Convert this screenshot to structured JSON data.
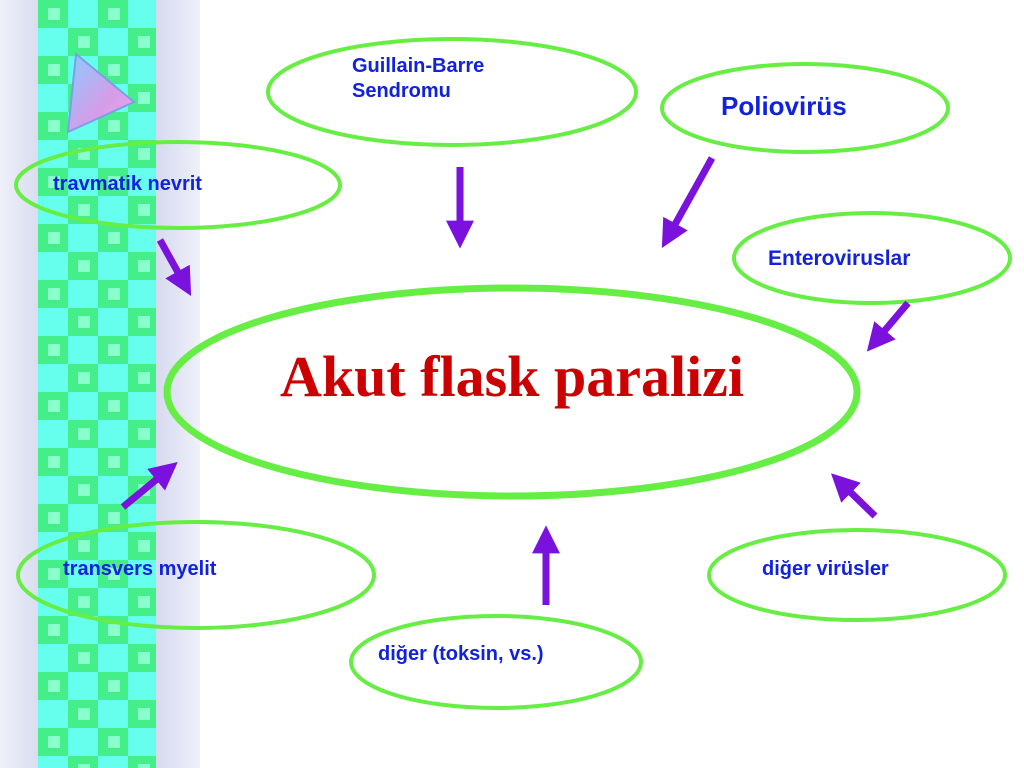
{
  "colors": {
    "ellipse_stroke": "#66ee44",
    "arrow": "#7a11dd",
    "node_text": "#1122dd",
    "center_text": "#cc0000",
    "sidebar_tile_cyan": "#66ffee",
    "sidebar_tile_green": "#44ee88",
    "sidebar_band_gray": "#b8bedd",
    "triangle": "#d69ce8"
  },
  "diagram": {
    "center": {
      "label": "Akut flask paralizi"
    },
    "nodes": [
      {
        "id": "guillain-barre",
        "label": "Guillain-Barre\nSendromu"
      },
      {
        "id": "poliovirus",
        "label": "Poliovirüs"
      },
      {
        "id": "travmatik-nevrit",
        "label": "travmatik nevrit"
      },
      {
        "id": "enteroviruslar",
        "label": "Enteroviruslar"
      },
      {
        "id": "transvers-myelit",
        "label": "transvers myelit"
      },
      {
        "id": "diger-virusler",
        "label": "diğer virüsler"
      },
      {
        "id": "diger-toksin",
        "label": "diğer (toksin, vs.)"
      }
    ]
  }
}
